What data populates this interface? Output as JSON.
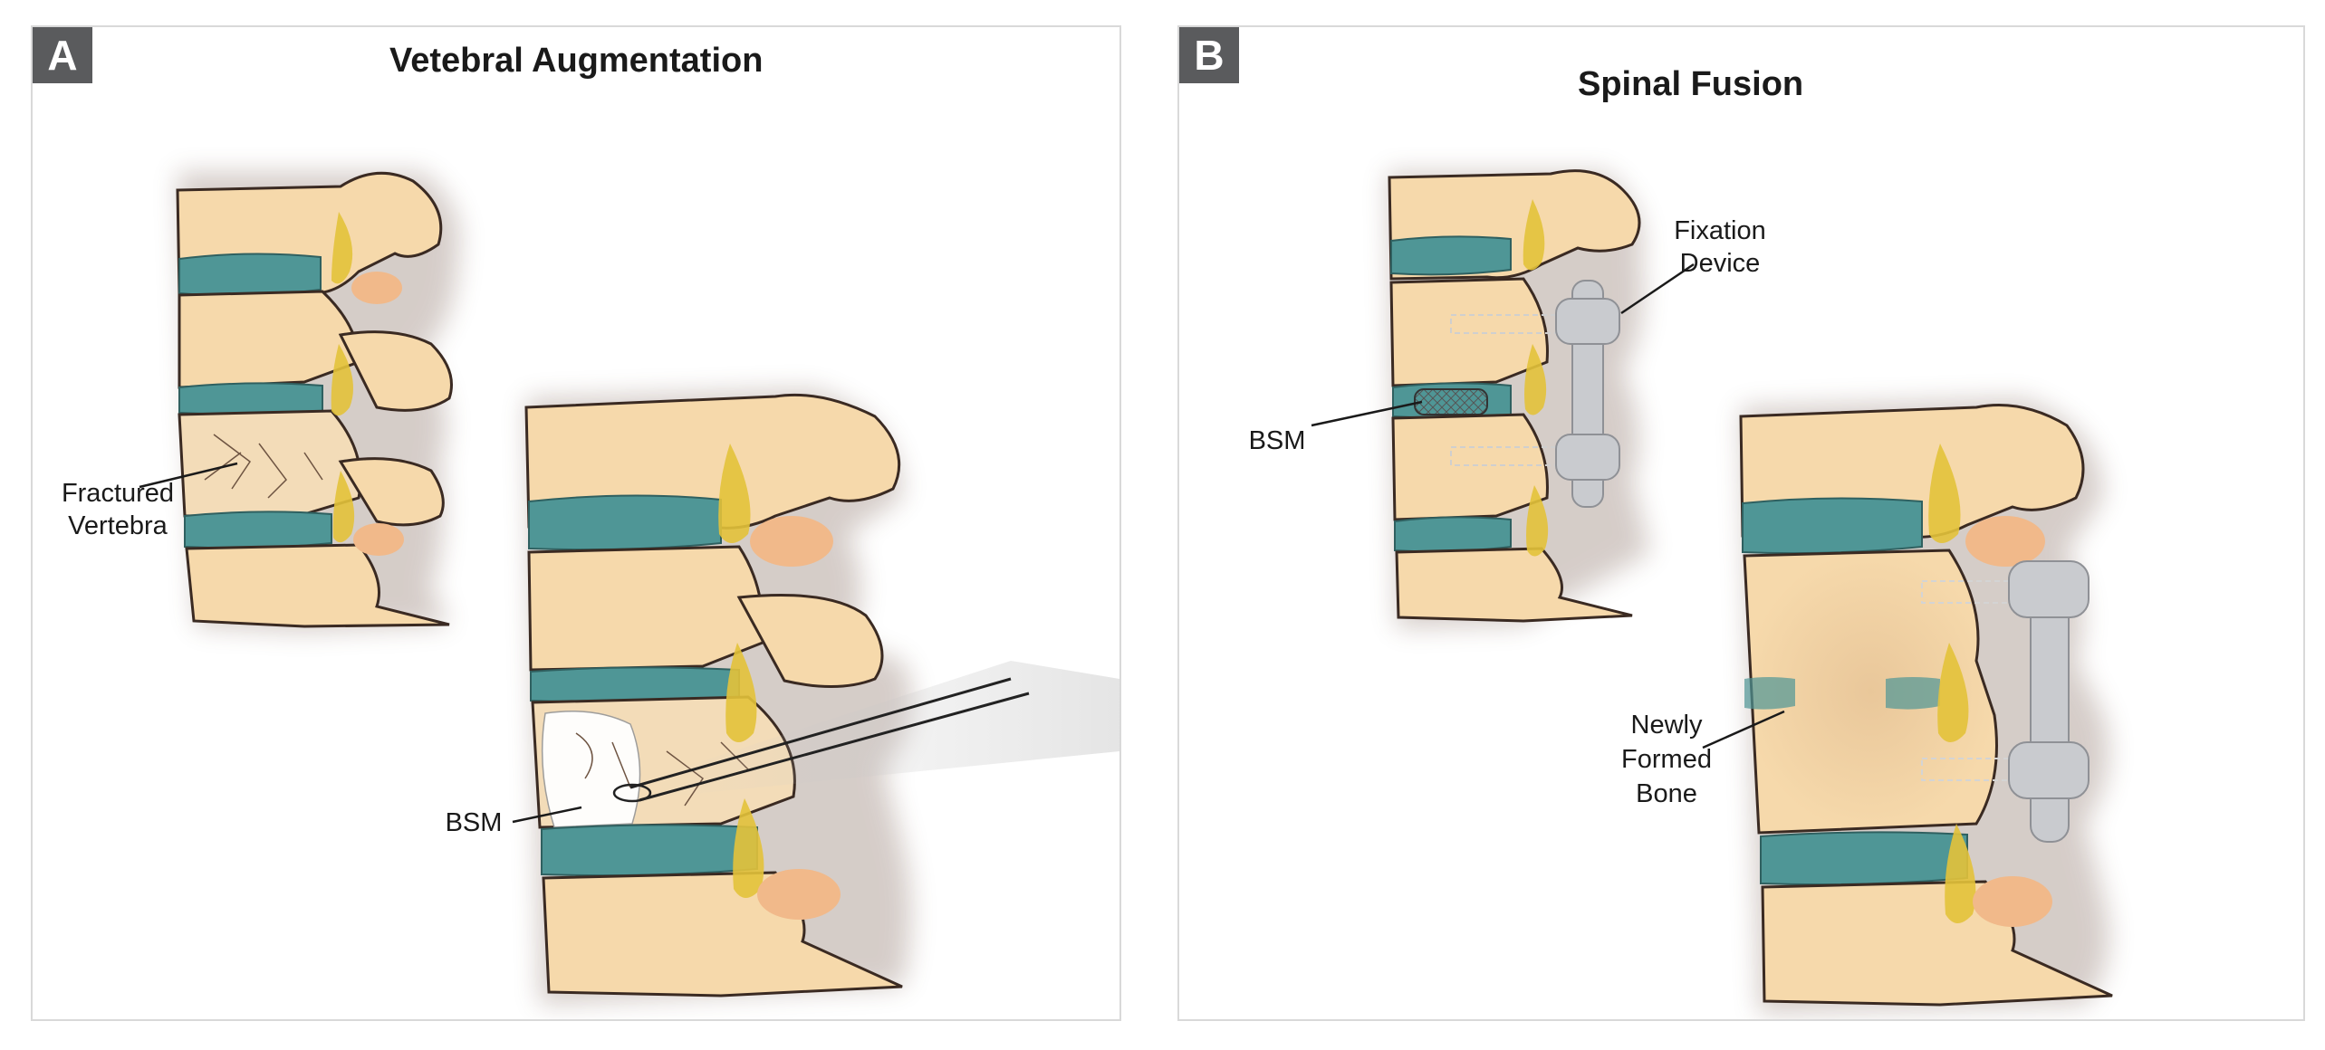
{
  "panels": [
    {
      "badge": "A",
      "title": "Vetebral Augmentation",
      "labels": {
        "fractured_line1": "Fractured",
        "fractured_line2": "Vertebra",
        "bsm": "BSM"
      }
    },
    {
      "badge": "B",
      "title": "Spinal Fusion",
      "labels": {
        "fixation_line1": "Fixation",
        "fixation_line2": "Device",
        "bsm": "BSM",
        "bone_line1": "Newly",
        "bone_line2": "Formed",
        "bone_line3": "Bone"
      }
    }
  ],
  "colors": {
    "bone": "#f6d9ab",
    "bone_outline": "#3a2a22",
    "disc": "#4f9696",
    "nerve": "#e3c23a",
    "facet": "#f1b98a",
    "implant": "#c9cbcf",
    "cement": "#ffffff"
  }
}
